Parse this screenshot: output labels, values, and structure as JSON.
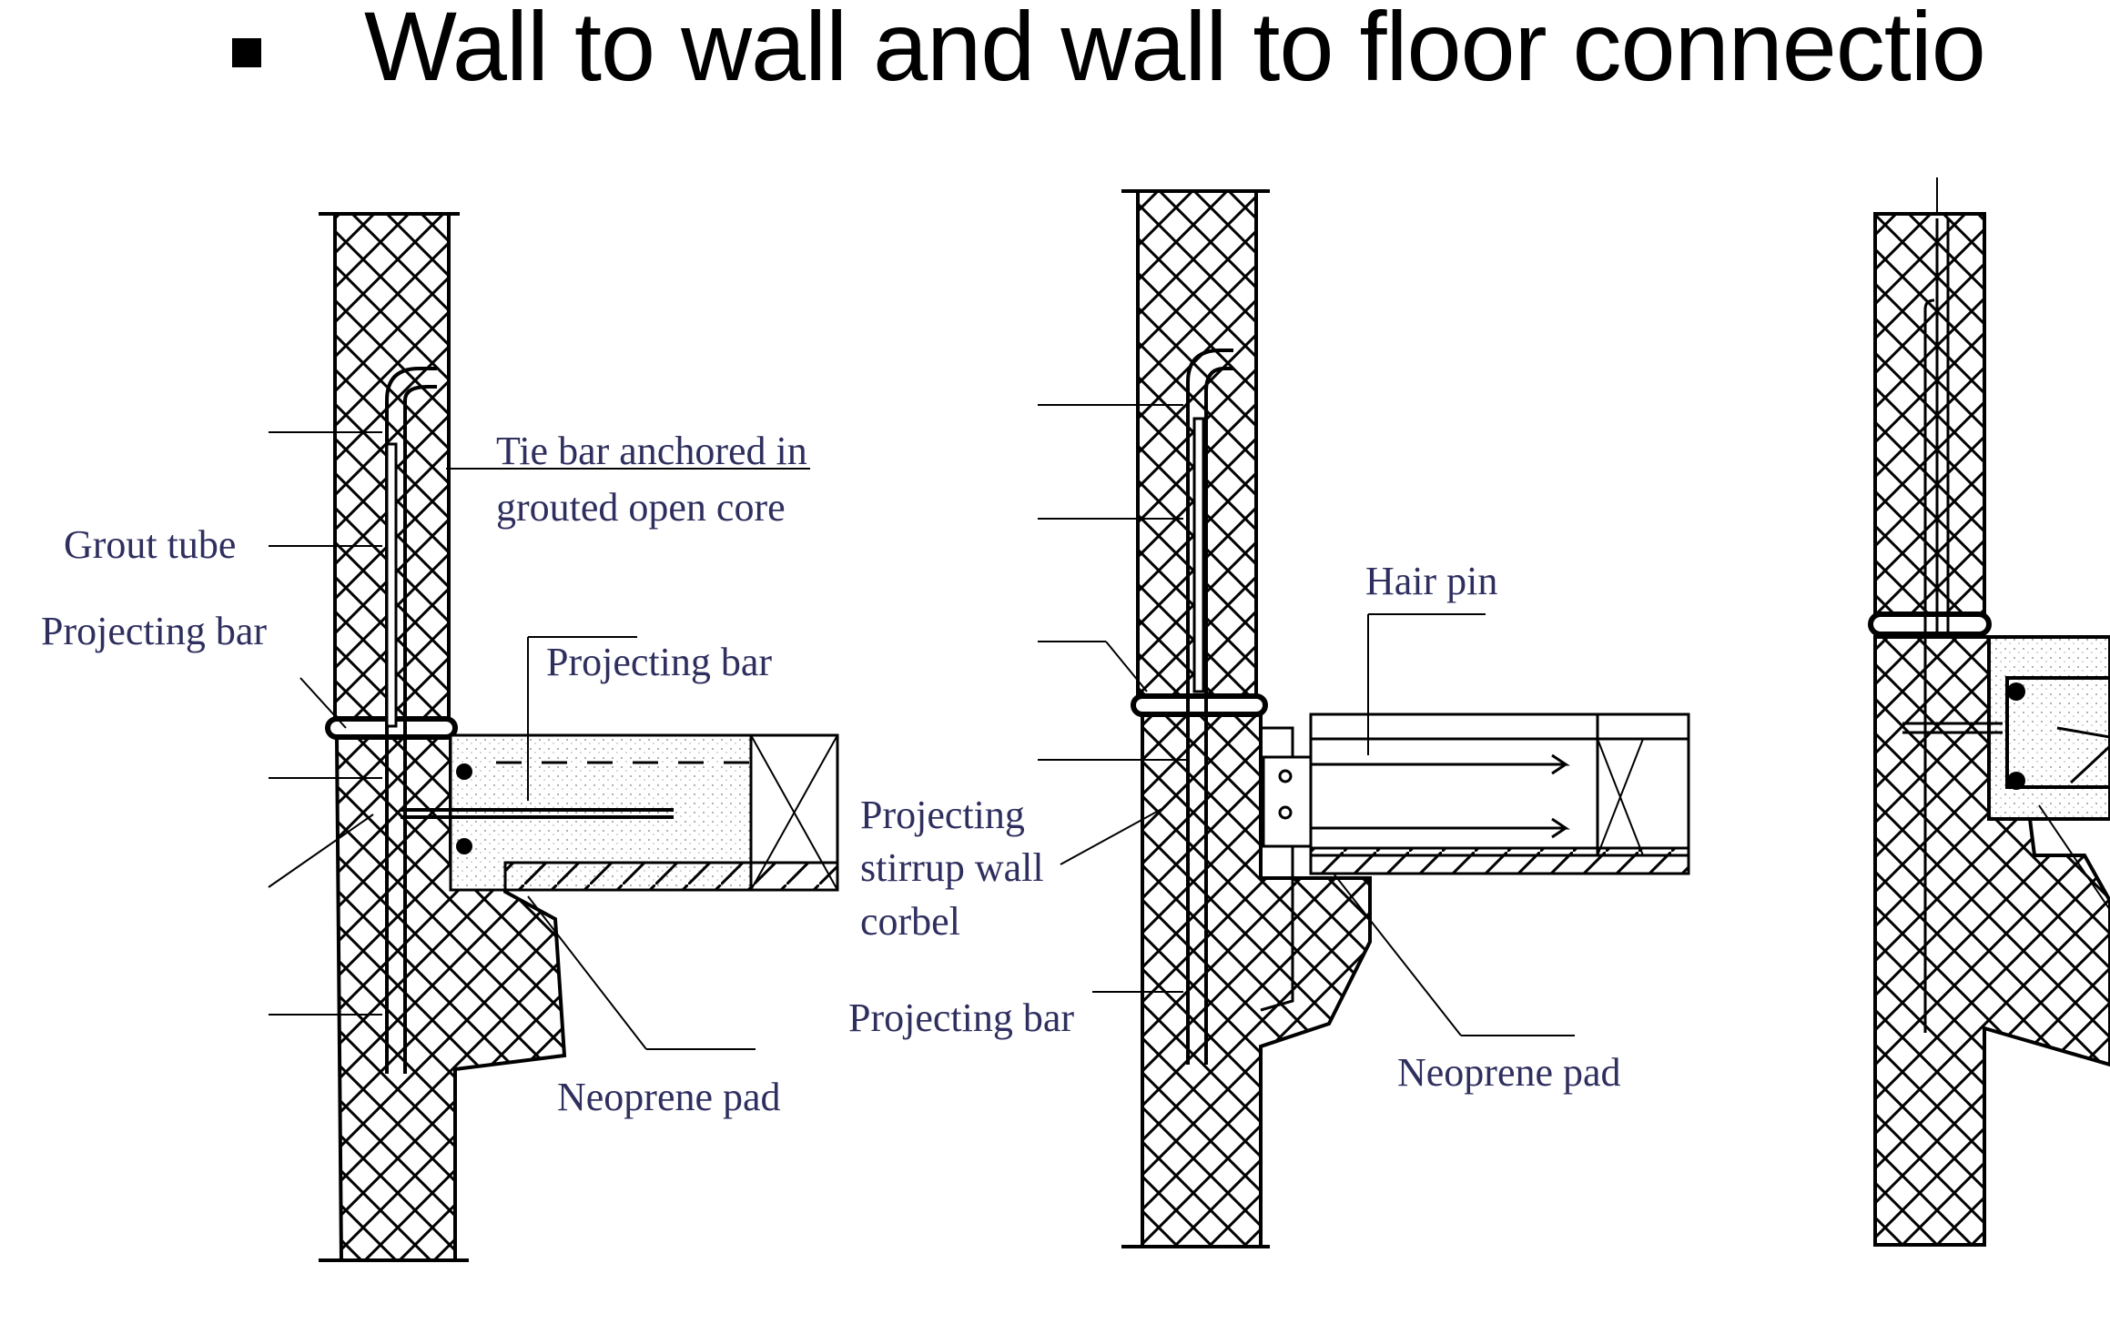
{
  "slide": {
    "title": "Wall to wall and wall to floor connectio"
  },
  "diagram": {
    "left_panel": {
      "tie_bar_line1": "Tie bar anchored in",
      "tie_bar_line2": "grouted open core",
      "grout_tube": "Grout tube",
      "projecting_bar_left": "Projecting bar",
      "projecting_bar_top": "Projecting bar",
      "neoprene_pad": "Neoprene pad"
    },
    "middle_panel": {
      "stirrup_line1": "Projecting",
      "stirrup_line2": "stirrup wall",
      "stirrup_line3": "corbel",
      "projecting_bar": "Projecting bar",
      "hair_pin": "Hair pin",
      "neoprene_pad": "Neoprene pad"
    }
  }
}
